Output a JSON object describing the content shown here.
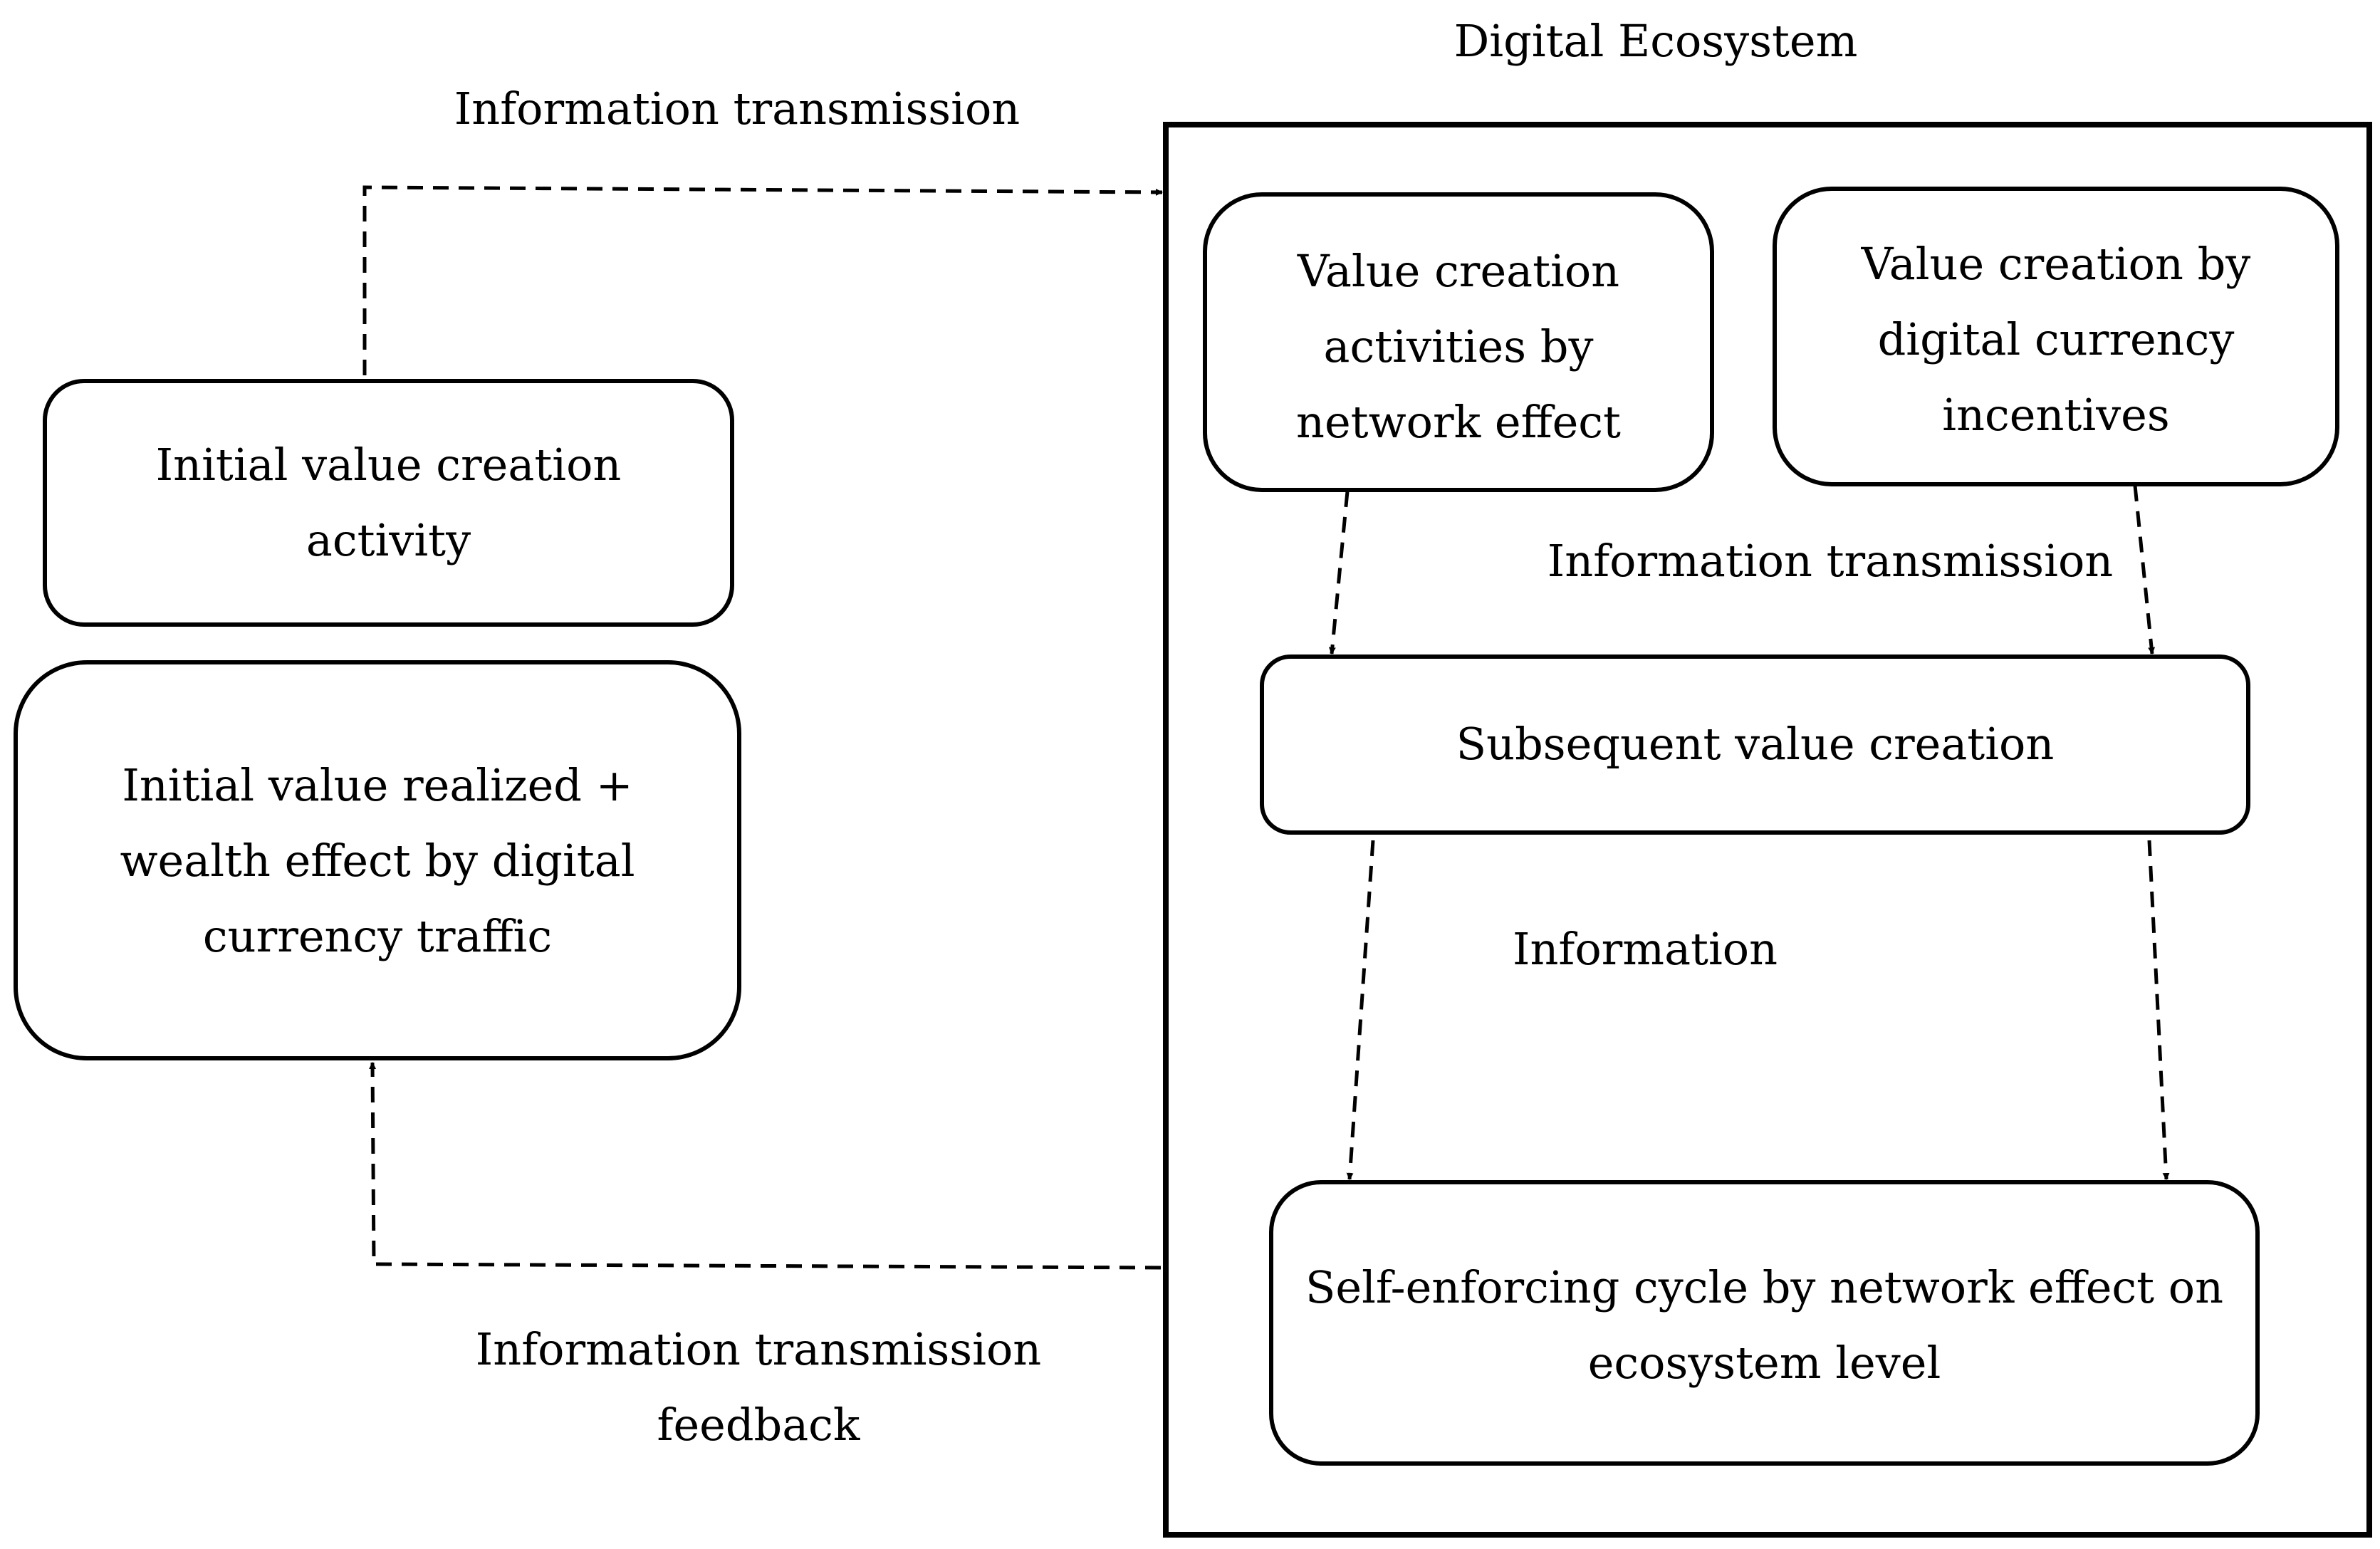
{
  "ecosystem": {
    "title": "Digital Ecosystem"
  },
  "nodes": {
    "initial_activity": [
      "Initial value creation",
      "activity"
    ],
    "initial_realized": [
      "Initial value realized +",
      "wealth effect by digital",
      "currency traffic"
    ],
    "network_effect": [
      "Value creation",
      "activities by",
      "network effect"
    ],
    "currency_incentives": [
      "Value creation by",
      "digital currency",
      "incentives"
    ],
    "subsequent": [
      "Subsequent value creation"
    ],
    "self_enforcing": [
      "Self-enforcing cycle by network effect on",
      "ecosystem level"
    ]
  },
  "edge_labels": {
    "top": "Information transmission",
    "middle": "Information transmission",
    "lower": "Information",
    "feedback": [
      "Information transmission",
      "feedback"
    ]
  },
  "colors": {
    "stroke": "#000000",
    "fill": "#ffffff"
  }
}
